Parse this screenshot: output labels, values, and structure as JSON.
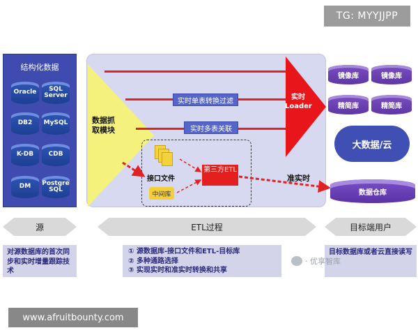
{
  "tag": "TG: MYYJJPP",
  "source": {
    "title": "结构化数据",
    "databases": [
      "Oracle",
      "SQL Server",
      "DB2",
      "MySQL",
      "K-DB",
      "CDB",
      "DM",
      "Postgre SQL"
    ]
  },
  "etl": {
    "capture_module": "数据抓取模块",
    "label_single": "实时单表转换过滤",
    "label_multi": "实时多表关联",
    "loader": "实时Loader",
    "file_interface": "接口文件",
    "middle_db": "中间库",
    "third_party": "第三方ETL",
    "quasi_realtime": "准实时"
  },
  "target": {
    "mirror1": "镜像库",
    "mirror2": "镜像库",
    "slim1": "精简库",
    "slim2": "精简库",
    "bigdata": "大数据/云",
    "warehouse": "数据仓库"
  },
  "bottom": {
    "source_label": "源",
    "etl_label": "ETL过程",
    "target_label": "目标端用户",
    "source_note": "对源数据库的首次同步和实时增量跟踪技术",
    "etl_notes": [
      "① 源数据库-接口文件和ETL-目标库",
      "② 多种通路选择",
      "③ 实现实时和准实时转换和共享"
    ],
    "target_note": "目标数据库或者云直接读写",
    "watermark": "· 优享智库"
  },
  "footer_url": "www.afruitbounty.com",
  "colors": {
    "red": "#e02222",
    "blue": "#3f4bae",
    "purple": "#5e36a5",
    "yellow": "#f4f27d"
  }
}
